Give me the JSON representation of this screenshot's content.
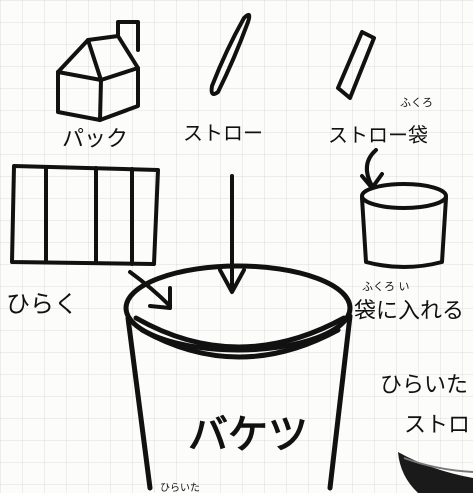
{
  "labels": {
    "pack": "パック",
    "straw": "ストロー",
    "straw_bag": "ストロー袋",
    "straw_bag_ruby": "ふくろ",
    "open": "ひらく",
    "bucket": "バケツ",
    "put_in_bag": "袋に入れる",
    "put_in_bag_ruby": "ふくろ い",
    "opened_line1": "ひらいた",
    "opened_line2": "ストロ",
    "bottom_ruby": "ひらいた"
  }
}
